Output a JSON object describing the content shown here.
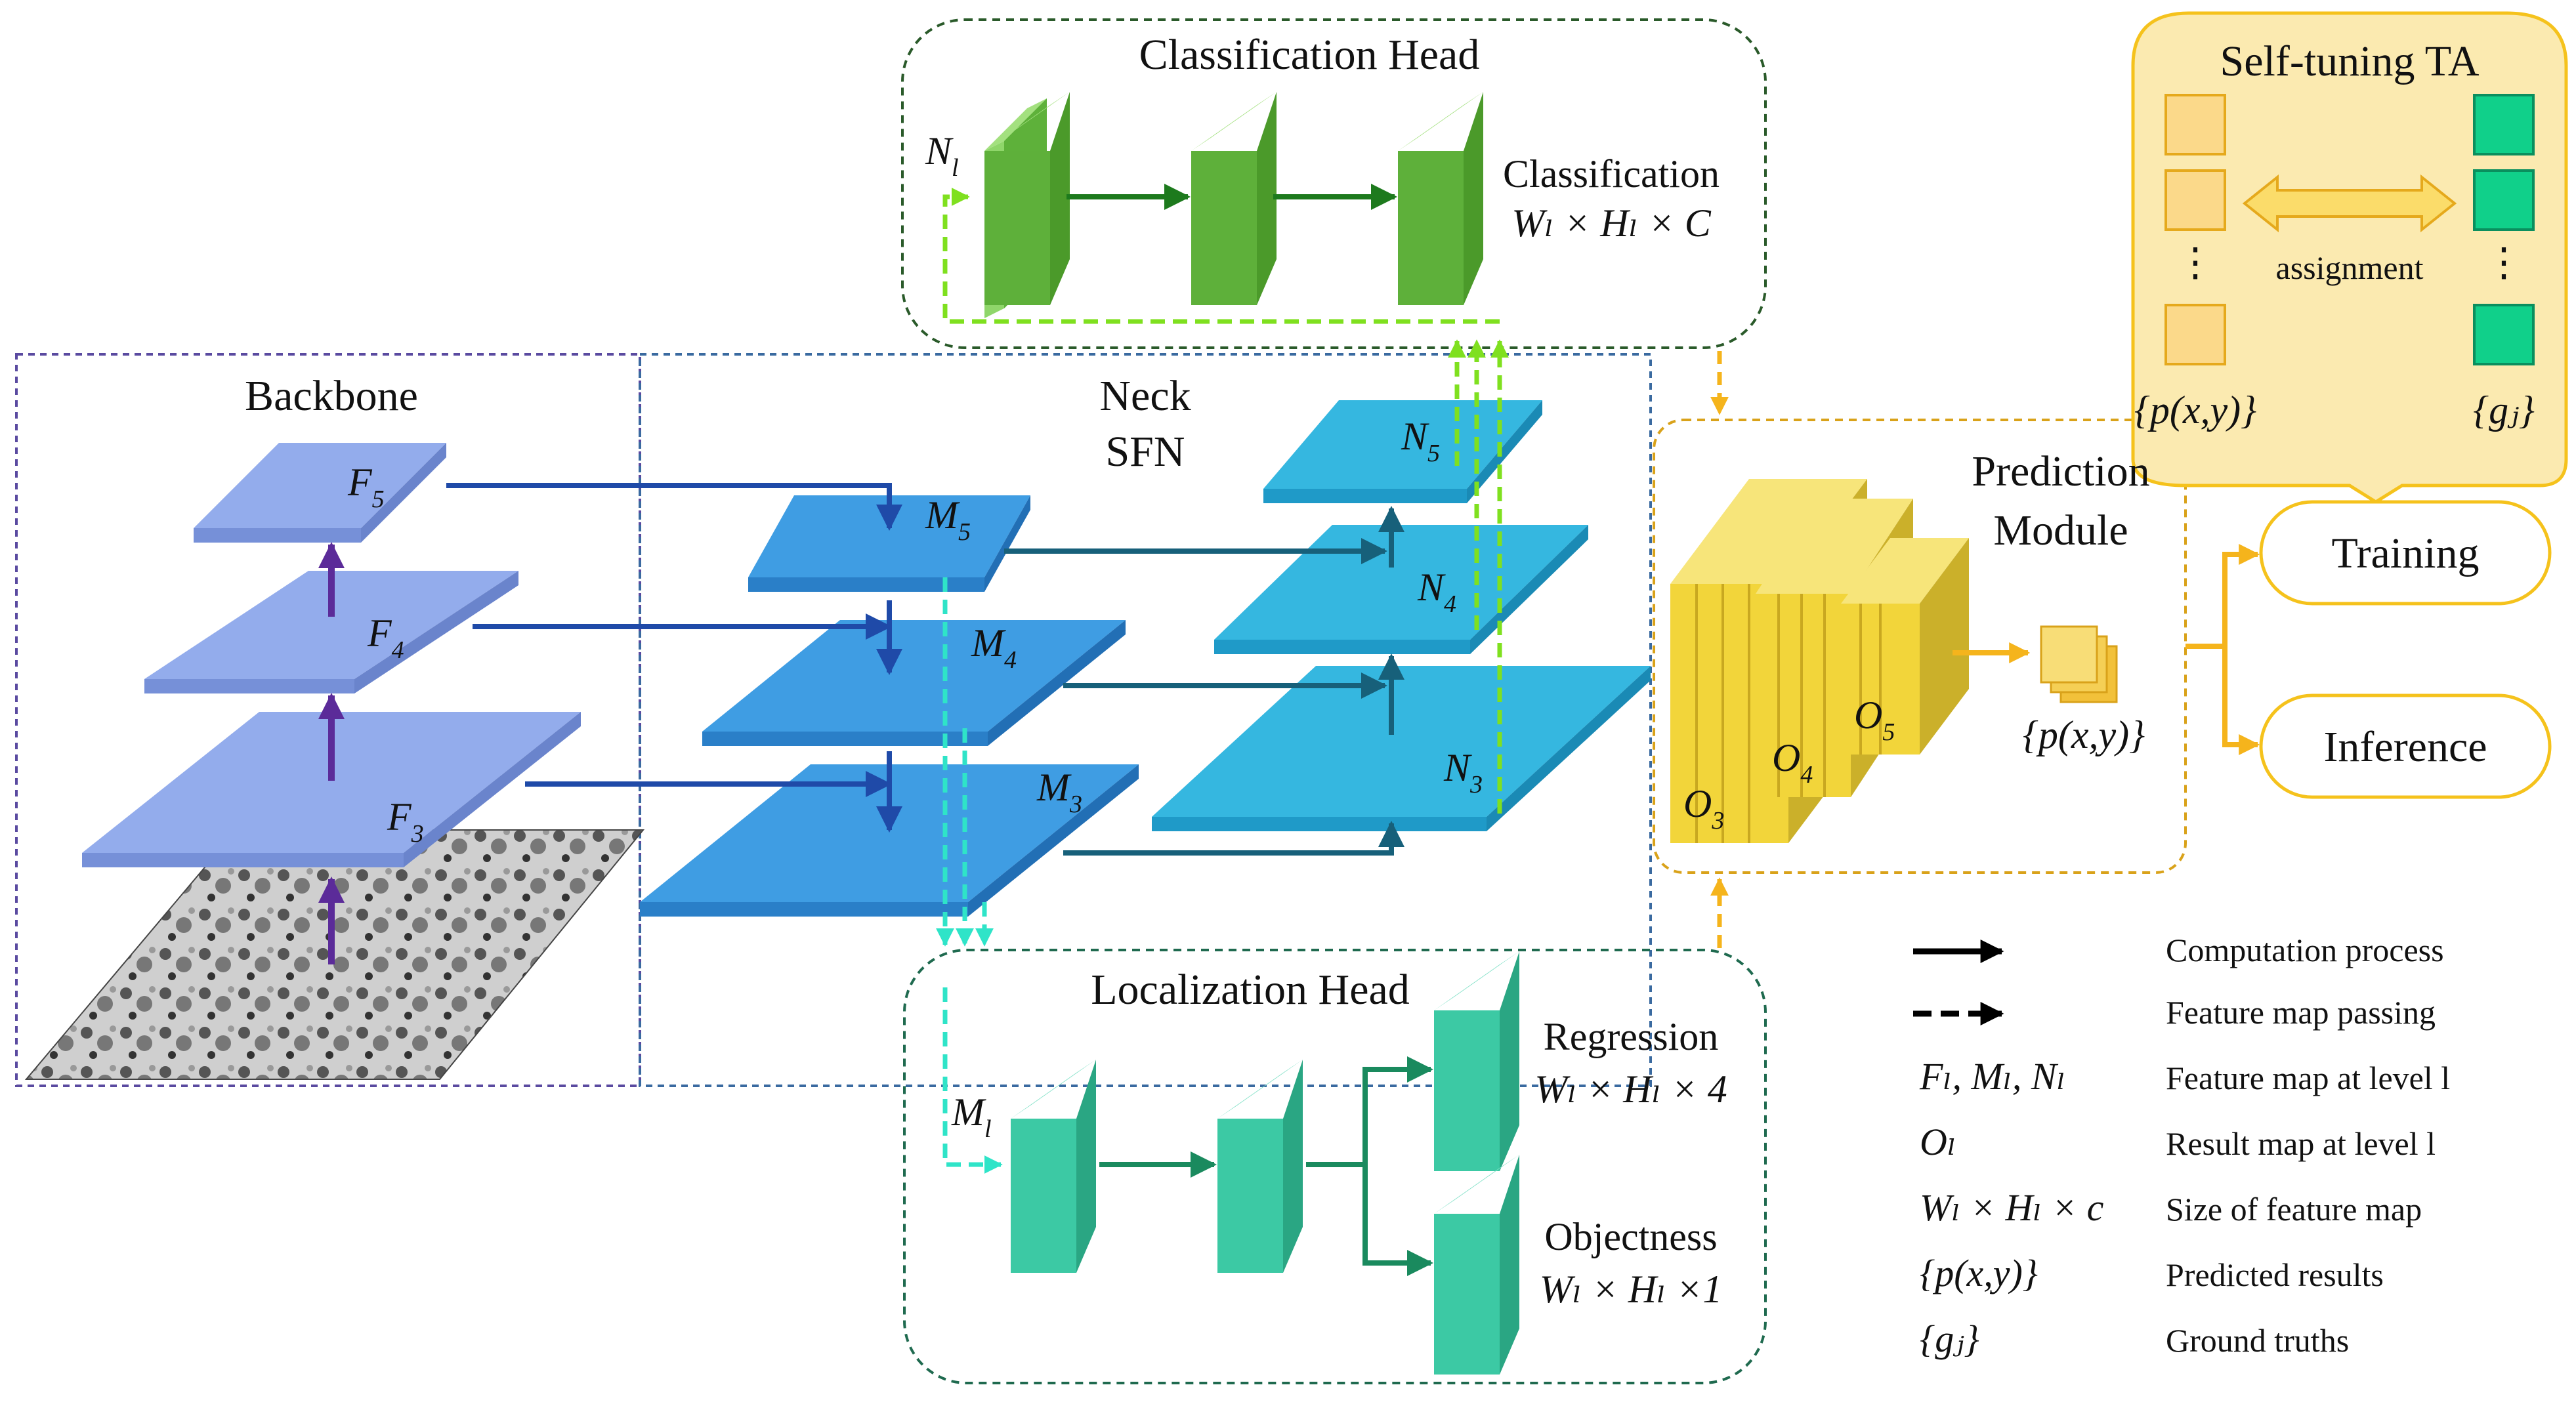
{
  "sections": {
    "backbone": "Backbone",
    "neck": "Neck",
    "neck_sub": "SFN",
    "classification_head": "Classification Head",
    "localization_head": "Localization Head",
    "prediction_module_line1": "Prediction",
    "prediction_module_line2": "Module",
    "self_tuning": "Self-tuning TA"
  },
  "backbone_layers": [
    {
      "base": "F",
      "sub": "5"
    },
    {
      "base": "F",
      "sub": "4"
    },
    {
      "base": "F",
      "sub": "3"
    }
  ],
  "neck_m_layers": [
    {
      "base": "M",
      "sub": "5"
    },
    {
      "base": "M",
      "sub": "4"
    },
    {
      "base": "M",
      "sub": "3"
    }
  ],
  "neck_n_layers": [
    {
      "base": "N",
      "sub": "5"
    },
    {
      "base": "N",
      "sub": "4"
    },
    {
      "base": "N",
      "sub": "3"
    }
  ],
  "classification": {
    "input_base": "N",
    "input_sub": "l",
    "output_title": "Classification",
    "output_size": "Wₗ × Hₗ × C"
  },
  "localization": {
    "input_base": "M",
    "input_sub": "l",
    "regression_title": "Regression",
    "regression_size": "Wₗ × Hₗ × 4",
    "objectness_title": "Objectness",
    "objectness_size": "Wₗ × Hₗ ×1"
  },
  "prediction": {
    "outputs": [
      {
        "base": "O",
        "sub": "3"
      },
      {
        "base": "O",
        "sub": "4"
      },
      {
        "base": "O",
        "sub": "5"
      }
    ],
    "result_set": "{p(x,y)}"
  },
  "self_tuning": {
    "left_set": "{p(x,y)}",
    "right_set": "{gⱼ}",
    "assignment": "assignment",
    "dots": "⋮"
  },
  "outputs": {
    "training": "Training",
    "inference": "Inference"
  },
  "legend": [
    {
      "symbol": "",
      "text": "Computation process"
    },
    {
      "symbol": "",
      "text": "Feature map passing"
    },
    {
      "symbol": "Fₗ, Mₗ, Nₗ",
      "text": "Feature map at level l"
    },
    {
      "symbol": "Oₗ",
      "text": "Result map at level l"
    },
    {
      "symbol": "Wₗ × Hₗ × c",
      "text": "Size of feature map"
    },
    {
      "symbol": "{p(x,y)}",
      "text": "Predicted results"
    },
    {
      "symbol": "{gⱼ}",
      "text": "Ground truths"
    }
  ],
  "colors": {
    "backbone": "#8fa9e8",
    "neck_m": "#3f9de3",
    "neck_n": "#35b7e0",
    "cls_head": "#5db33d",
    "loc_head": "#3cc9a4",
    "prediction": "#f2d53a",
    "dashed_green": "#7fe01f",
    "dashed_cyan": "#2fe4c8",
    "accent_orange": "#f5b41c"
  }
}
